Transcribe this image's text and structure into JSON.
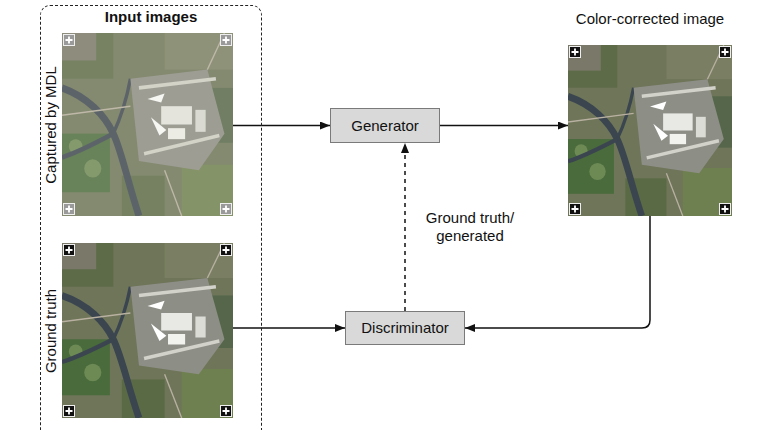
{
  "diagram": {
    "nodes": [
      {
        "text": [
          "Input images"
        ]
      },
      {
        "text": [
          "Captured by MDL"
        ],
        "in": 0
      },
      {
        "text": [
          "Ground truth"
        ],
        "in": 0
      },
      {
        "text": [
          "Generator"
        ]
      },
      {
        "text": [
          "Color-corrected image"
        ]
      },
      {
        "text": [
          "Discriminator"
        ]
      }
    ],
    "edges": [
      {
        "from": 1,
        "to": 3,
        "arrow": "to"
      },
      {
        "from": 3,
        "to": 4,
        "arrow": "to"
      },
      {
        "from": 4,
        "to": 5,
        "arrow": "to"
      },
      {
        "from": 2,
        "to": 5,
        "arrow": "to"
      },
      {
        "from": 5,
        "to": 3,
        "label": "Ground truth/ generated",
        "arrow": "to"
      }
    ]
  }
}
